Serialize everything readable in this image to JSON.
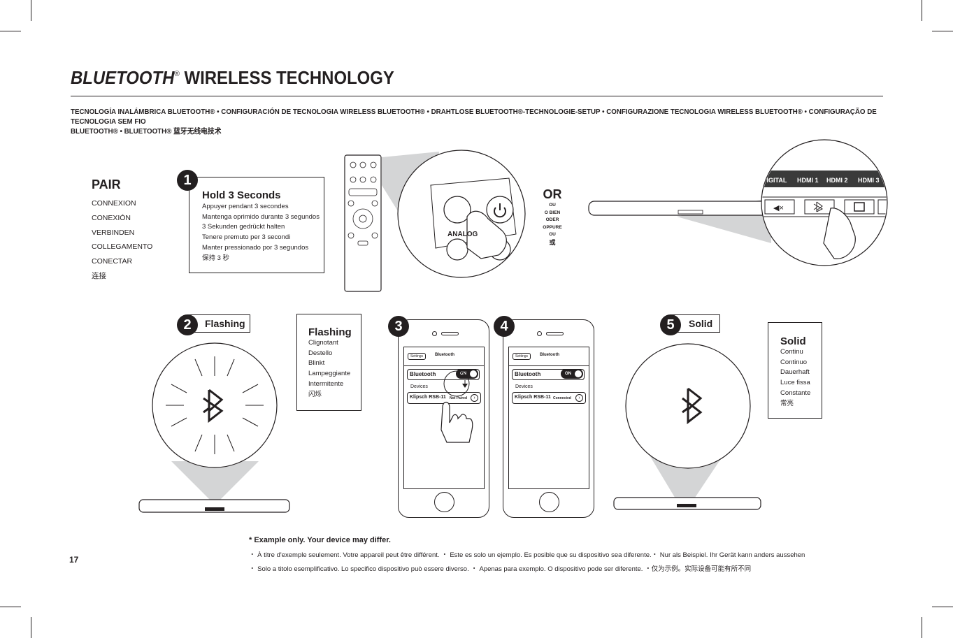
{
  "header": {
    "title_italic": "BLUETOOTH",
    "title_reg": "®",
    "title_rest": " WIRELESS TECHNOLOGY",
    "subtitle_line1": "TECNOLOGÍA INALÁMBRICA BLUETOOTH® • CONFIGURACIÓN DE TECNOLOGIA WIRELESS BLUETOOTH® • DRAHTLOSE BLUETOOTH®-TECHNOLOGIE-SETUP • CONFIGURAZIONE TECNOLOGIA WIRELESS BLUETOOTH® • CONFIGURAÇÃO DE TECNOLOGIA SEM FIO",
    "subtitle_line2": "BLUETOOTH® • BLUETOOTH® 蓝牙无线电技术"
  },
  "pair": {
    "heading": "PAIR",
    "items": [
      "CONNEXION",
      "CONEXIÓN",
      "VERBINDEN",
      "COLLEGAMENTO",
      "CONECTAR",
      "连接"
    ]
  },
  "step1": {
    "number": "1",
    "heading": "Hold 3 Seconds",
    "lines": [
      "Appuyer pendant 3 secondes",
      "Mantenga oprimido durante 3 segundos",
      "3 Sekunden gedrückt halten",
      "Tenere premuto per 3 secondi",
      "Manter pressionado por 3 segundos",
      "保持 3 秒"
    ],
    "remote_button_label": "ANALOG"
  },
  "or_block": {
    "big": "OR",
    "lines": [
      "OU",
      "O BIEN",
      "ODER",
      "OPPURE",
      "OU",
      "或"
    ]
  },
  "soundbar_panel": {
    "inputs": [
      "DIGITAL",
      "HDMI 1",
      "HDMI 2",
      "HDMI 3"
    ]
  },
  "step2": {
    "number": "2",
    "tag": "Flashing",
    "heading": "Flashing",
    "lines": [
      "Clignotant",
      "Destello",
      "Blinkt",
      "Lampeggiante",
      "Intermitente",
      "闪烁"
    ]
  },
  "step3": {
    "number": "3",
    "phone": {
      "back_label": "Settings",
      "nav_title": "Bluetooth",
      "row_label": "Bluetooth",
      "toggle_label": "ON",
      "section_label": "Devices",
      "device_name": "Klipsch RSB-11",
      "device_status": "Not Paired"
    }
  },
  "step4": {
    "number": "4",
    "phone": {
      "back_label": "Settings",
      "nav_title": "Bluetooth",
      "row_label": "Bluetooth",
      "toggle_label": "ON",
      "section_label": "Devices",
      "device_name": "Klipsch RSB-11",
      "device_status": "Connected"
    }
  },
  "step5": {
    "number": "5",
    "tag": "Solid",
    "heading": "Solid",
    "lines": [
      "Continu",
      "Continuo",
      "Dauerhaft",
      "Luce fissa",
      "Constante",
      "常亮"
    ]
  },
  "footnote": {
    "heading": "* Example only. Your device may differ.",
    "line1": "・ À titre d'exemple seulement. Votre appareil peut être différent. ・ Este es solo un ejemplo. Es posible que su dispositivo sea diferente.・ Nur als Beispiel. Ihr Gerät kann anders aussehen",
    "line2": "・ Solo a titolo esemplificativo. Lo specifico dispositivo può essere diverso. ・ Apenas para exemplo. O dispositivo pode ser diferente. ・仅为示例。实际设备可能有所不同"
  },
  "page_number": "17",
  "colors": {
    "ink": "#231f20",
    "grey_cone": "#d4d5d6",
    "panel_dark": "#3a3a3a"
  }
}
